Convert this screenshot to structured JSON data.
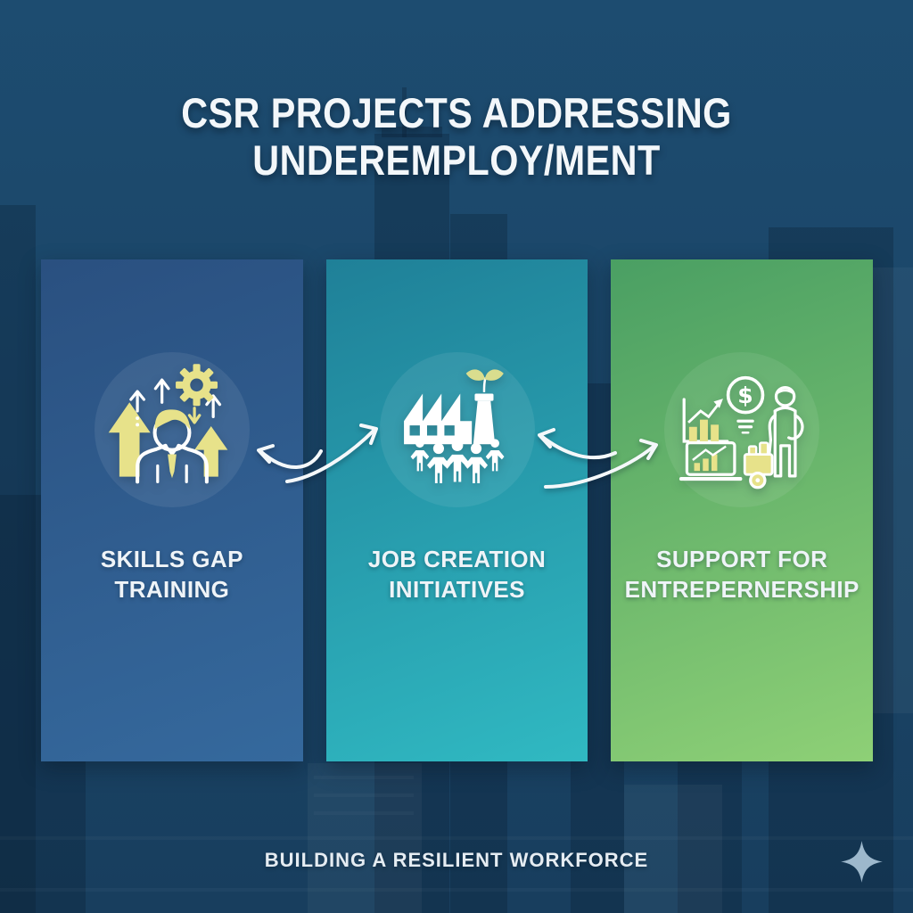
{
  "header": {
    "title_line1": "CSR PROJECTS ADDRESSING",
    "title_line2": "UNDEREMPLOY/MENT"
  },
  "cards": [
    {
      "icon": "skills-growth-icon",
      "label_line1": "SKILLS GAP",
      "label_line2": "TRAINING",
      "gradient_top": "#2a5080",
      "gradient_bottom": "#35699d"
    },
    {
      "icon": "factory-workers-icon",
      "label_line1": "JOB CREATION",
      "label_line2": "INITIATIVES",
      "gradient_top": "#1f8098",
      "gradient_bottom": "#30b9c2"
    },
    {
      "icon": "entrepreneurship-icon",
      "label_line1": "SUPPORT FOR",
      "label_line2": "ENTREPERNERSHIP",
      "gradient_top": "#4a9f63",
      "gradient_bottom": "#8ed076"
    }
  ],
  "footer": {
    "caption": "BUILDING A RESILIENT WORKFORCE"
  },
  "accents": {
    "icon_yellow": "#e7e28a",
    "leaf_green": "#d9dd8e",
    "arrow_white": "#f4f8fa",
    "sparkle": "#9db8cc",
    "background_navy": "#1a4466"
  }
}
